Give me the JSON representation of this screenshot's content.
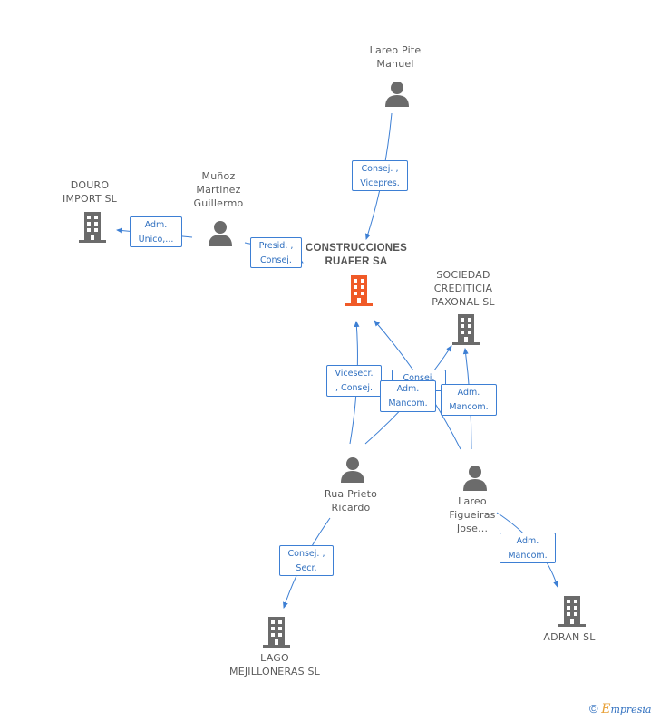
{
  "colors": {
    "edge": "#3d7fd4",
    "node_icon": "#6b6b6b",
    "main_icon": "#f05a28"
  },
  "nodes": {
    "lareo_pite": [
      "Lareo Pite",
      "Manuel"
    ],
    "munoz": [
      "Muñoz",
      "Martinez",
      "Guillermo"
    ],
    "douro": [
      "DOURO",
      "IMPORT  SL"
    ],
    "construcciones": [
      "CONSTRUCCIONES",
      "RUAFER SA"
    ],
    "sociedad": [
      "SOCIEDAD",
      "CREDITICIA",
      "PAXONAL SL"
    ],
    "rua_prieto": [
      "Rua Prieto",
      "Ricardo"
    ],
    "lareo_figueiras": [
      "Lareo",
      "Figueiras",
      "Jose..."
    ],
    "lago": [
      "LAGO",
      "MEJILLONERAS SL"
    ],
    "adran": [
      "ADRAN SL"
    ]
  },
  "edges": {
    "consej_vicepres": [
      "Consej. ,",
      "Vicepres."
    ],
    "adm_unico": [
      "Adm.",
      "Unico,..."
    ],
    "presid_consej": [
      "Presid. ,",
      "Consej."
    ],
    "vicesecr_consej": [
      "Vicesecr.",
      ", Consej."
    ],
    "consej_hidden": [
      "Consej."
    ],
    "adm_mancom_1": [
      "Adm.",
      "Mancom."
    ],
    "adm_mancom_2": [
      "Adm.",
      "Mancom."
    ],
    "consej_secr": [
      "Consej. ,",
      "Secr."
    ],
    "adm_mancom_3": [
      "Adm.",
      "Mancom."
    ]
  },
  "footer": {
    "copyright": "©",
    "brand_first": "E",
    "brand_rest": "mpresia"
  }
}
